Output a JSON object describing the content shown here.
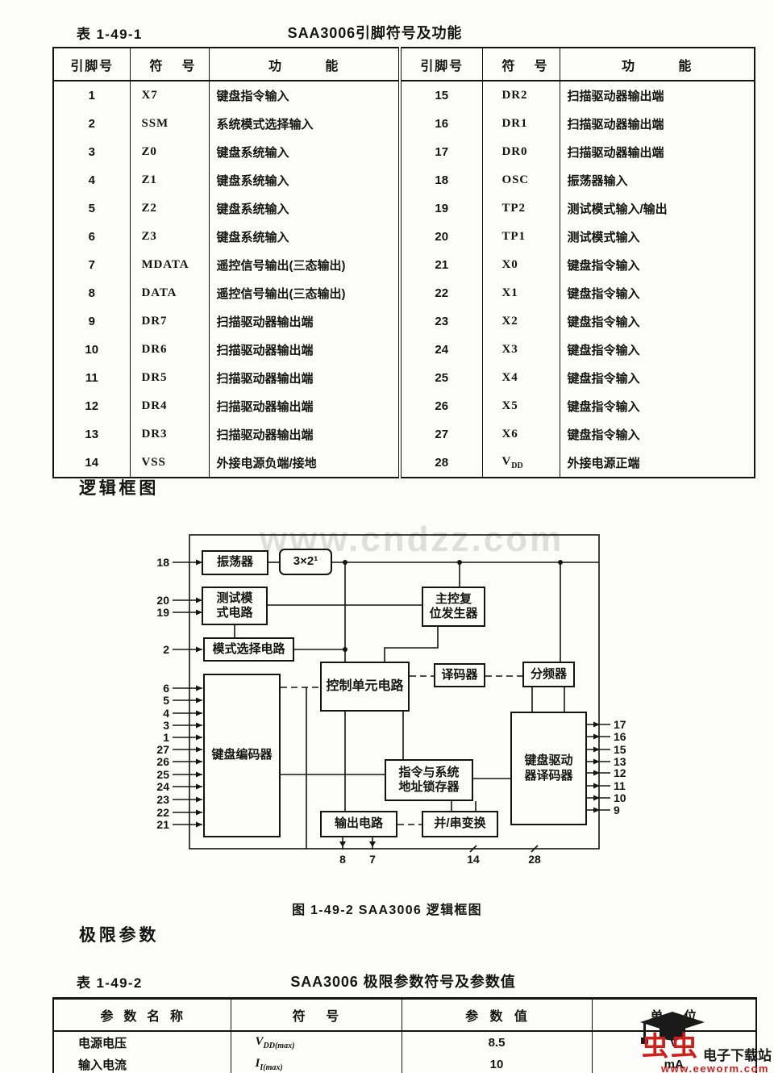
{
  "colors": {
    "ink": "#141414",
    "diagram_watermark_gray": "#c7c7c7",
    "logo_red": "#cf1f1a"
  },
  "pin_table": {
    "label": "表 1-49-1",
    "title": "SAA3006引脚符号及功能",
    "headers": [
      "引脚号",
      "符号",
      "功能",
      "引脚号",
      "符号",
      "功能"
    ],
    "rows": [
      [
        "1",
        "X7",
        "",
        "键盘指令输入",
        "15",
        "DR2",
        "",
        "扫描驱动器输出端"
      ],
      [
        "2",
        "SSM",
        "",
        "系统模式选择输入",
        "16",
        "DR1",
        "",
        "扫描驱动器输出端"
      ],
      [
        "3",
        "Z0",
        "",
        "键盘系统输入",
        "17",
        "DR0",
        "",
        "扫描驱动器输出端"
      ],
      [
        "4",
        "Z1",
        "",
        "键盘系统输入",
        "18",
        "OSC",
        "",
        "振荡器输入"
      ],
      [
        "5",
        "Z2",
        "",
        "键盘系统输入",
        "19",
        "TP2",
        "",
        "测试模式输入/输出"
      ],
      [
        "6",
        "Z3",
        "",
        "键盘系统输入",
        "20",
        "TP1",
        "",
        "测试模式输入"
      ],
      [
        "7",
        "MDATA",
        "",
        "遥控信号输出(三态输出)",
        "21",
        "X0",
        "",
        "键盘指令输入"
      ],
      [
        "8",
        "DATA",
        "",
        "遥控信号输出(三态输出)",
        "22",
        "X1",
        "",
        "键盘指令输入"
      ],
      [
        "9",
        "DR7",
        "",
        "扫描驱动器输出端",
        "23",
        "X2",
        "",
        "键盘指令输入"
      ],
      [
        "10",
        "DR6",
        "",
        "扫描驱动器输出端",
        "24",
        "X3",
        "",
        "键盘指令输入"
      ],
      [
        "11",
        "DR5",
        "",
        "扫描驱动器输出端",
        "25",
        "X4",
        "",
        "键盘指令输入"
      ],
      [
        "12",
        "DR4",
        "",
        "扫描驱动器输出端",
        "26",
        "X5",
        "",
        "键盘指令输入"
      ],
      [
        "13",
        "DR3",
        "",
        "扫描驱动器输出端",
        "27",
        "X6",
        "",
        "键盘指令输入"
      ],
      [
        "14",
        "VSS",
        "",
        "外接电源负端/接地",
        "28",
        "V",
        "DD",
        "外接电源正端"
      ]
    ]
  },
  "diagram": {
    "heading": "逻辑框图",
    "watermark": "www.cndzz.com",
    "caption": "图 1-49-2   SAA3006 逻辑框图",
    "blocks": {
      "oscillator": "振荡器",
      "divider_3x2": "3×2¹",
      "test_mode_1": "测试模",
      "test_mode_2": "式电路",
      "mode_select": "模式选择电路",
      "master_reset_1": "主控复",
      "master_reset_2": "位发生器",
      "control_unit": "控制单元电路",
      "decoder": "译码器",
      "freq_divider": "分频器",
      "keyboard_encoder": "键盘编码器",
      "latch_1": "指令与系统",
      "latch_2": "地址锁存器",
      "kb_driver_1": "键盘驱动",
      "kb_driver_2": "器译码器",
      "output_circuit": "输出电路",
      "par_ser_conv": "并/串变换"
    },
    "left_pins": [
      "18",
      "20",
      "19",
      "2",
      "6",
      "5",
      "4",
      "3",
      "1",
      "27",
      "26",
      "25",
      "24",
      "23",
      "22",
      "21"
    ],
    "right_pins": [
      "17",
      "16",
      "15",
      "13",
      "12",
      "11",
      "10",
      "9"
    ],
    "bottom_pins": [
      "8",
      "7",
      "14",
      "28"
    ]
  },
  "limits": {
    "heading": "极限参数",
    "label": "表 1-49-2",
    "title": "SAA3006 极限参数符号及参数值",
    "headers": [
      "参数名称",
      "符号",
      "参数值",
      "单位"
    ],
    "rows": [
      {
        "name": "电源电压",
        "sym": "V",
        "sub": "DD(max)",
        "value": "8.5",
        "unit": "V"
      },
      {
        "name": "输入电流",
        "sym": "I",
        "sub": "I(max)",
        "value": "10",
        "unit": "mA"
      }
    ]
  },
  "site_watermark": {
    "name_chars": "虫虫",
    "site_label": "电子下载站",
    "url": "www.eeworm.com"
  }
}
